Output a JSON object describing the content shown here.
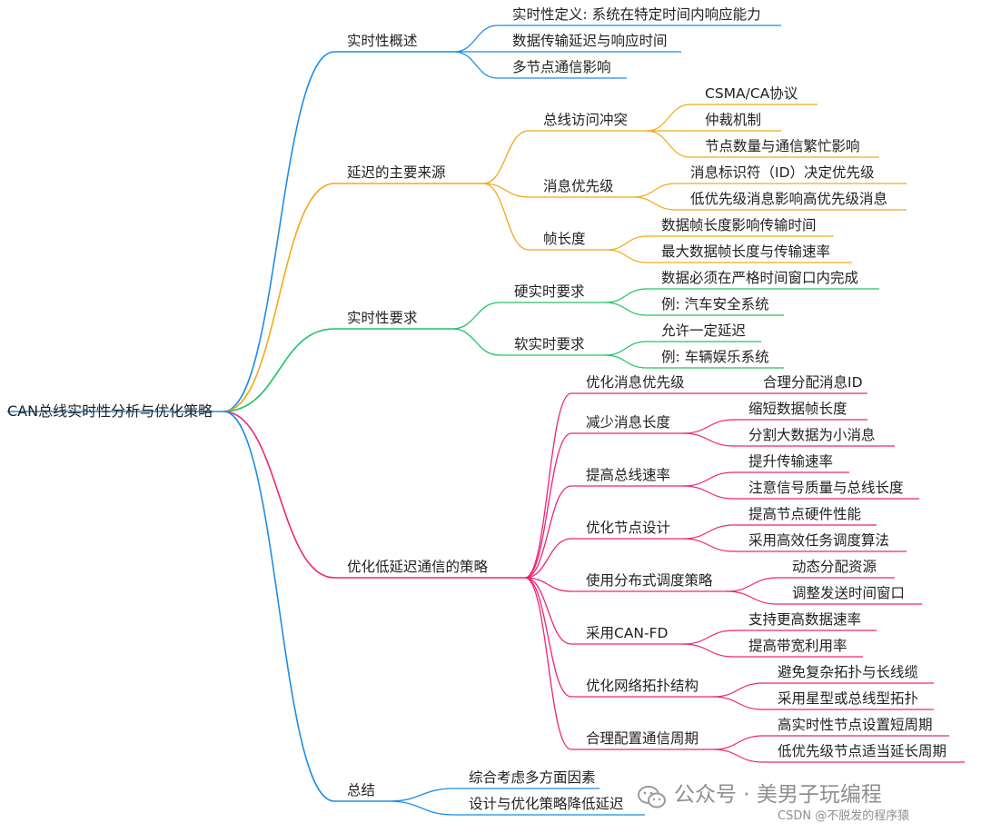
{
  "root": {
    "label": "CAN总线实时性分析与优化策略"
  },
  "colors": {
    "blue": "#1d8ce8",
    "orange": "#f2a916",
    "green": "#20c265",
    "pink": "#ee2476"
  },
  "branches": [
    {
      "id": "b1",
      "color": "blue",
      "label": "实时性概述",
      "children": [
        {
          "id": "b1c1",
          "label": "实时性定义: 系统在特定时间内响应能力",
          "children": []
        },
        {
          "id": "b1c2",
          "label": "数据传输延迟与响应时间",
          "children": []
        },
        {
          "id": "b1c3",
          "label": "多节点通信影响",
          "children": []
        }
      ]
    },
    {
      "id": "b2",
      "color": "orange",
      "label": "延迟的主要来源",
      "children": [
        {
          "id": "b2c1",
          "label": "总线访问冲突",
          "children": [
            {
              "id": "b2c1l1",
              "label": "CSMA/CA协议"
            },
            {
              "id": "b2c1l2",
              "label": "仲裁机制"
            },
            {
              "id": "b2c1l3",
              "label": "节点数量与通信繁忙影响"
            }
          ]
        },
        {
          "id": "b2c2",
          "label": "消息优先级",
          "children": [
            {
              "id": "b2c2l1",
              "label": "消息标识符（ID）决定优先级"
            },
            {
              "id": "b2c2l2",
              "label": "低优先级消息影响高优先级消息"
            }
          ]
        },
        {
          "id": "b2c3",
          "label": "帧长度",
          "children": [
            {
              "id": "b2c3l1",
              "label": "数据帧长度影响传输时间"
            },
            {
              "id": "b2c3l2",
              "label": "最大数据帧长度与传输速率"
            }
          ]
        }
      ]
    },
    {
      "id": "b3",
      "color": "green",
      "label": "实时性要求",
      "children": [
        {
          "id": "b3c1",
          "label": "硬实时要求",
          "children": [
            {
              "id": "b3c1l1",
              "label": "数据必须在严格时间窗口内完成"
            },
            {
              "id": "b3c1l2",
              "label": "例: 汽车安全系统"
            }
          ]
        },
        {
          "id": "b3c2",
          "label": "软实时要求",
          "children": [
            {
              "id": "b3c2l1",
              "label": "允许一定延迟"
            },
            {
              "id": "b3c2l2",
              "label": "例: 车辆娱乐系统"
            }
          ]
        }
      ]
    },
    {
      "id": "b4",
      "color": "pink",
      "label": "优化低延迟通信的策略",
      "children": [
        {
          "id": "b4c1",
          "label": "优化消息优先级",
          "children": [
            {
              "id": "b4c1l1",
              "label": "合理分配消息ID"
            }
          ]
        },
        {
          "id": "b4c2",
          "label": "减少消息长度",
          "children": [
            {
              "id": "b4c2l1",
              "label": "缩短数据帧长度"
            },
            {
              "id": "b4c2l2",
              "label": "分割大数据为小消息"
            }
          ]
        },
        {
          "id": "b4c3",
          "label": "提高总线速率",
          "children": [
            {
              "id": "b4c3l1",
              "label": "提升传输速率"
            },
            {
              "id": "b4c3l2",
              "label": "注意信号质量与总线长度"
            }
          ]
        },
        {
          "id": "b4c4",
          "label": "优化节点设计",
          "children": [
            {
              "id": "b4c4l1",
              "label": "提高节点硬件性能"
            },
            {
              "id": "b4c4l2",
              "label": "采用高效任务调度算法"
            }
          ]
        },
        {
          "id": "b4c5",
          "label": "使用分布式调度策略",
          "children": [
            {
              "id": "b4c5l1",
              "label": "动态分配资源"
            },
            {
              "id": "b4c5l2",
              "label": "调整发送时间窗口"
            }
          ]
        },
        {
          "id": "b4c6",
          "label": "采用CAN-FD",
          "children": [
            {
              "id": "b4c6l1",
              "label": "支持更高数据速率"
            },
            {
              "id": "b4c6l2",
              "label": "提高带宽利用率"
            }
          ]
        },
        {
          "id": "b4c7",
          "label": "优化网络拓扑结构",
          "children": [
            {
              "id": "b4c7l1",
              "label": "避免复杂拓扑与长线缆"
            },
            {
              "id": "b4c7l2",
              "label": "采用星型或总线型拓扑"
            }
          ]
        },
        {
          "id": "b4c8",
          "label": "合理配置通信周期",
          "children": [
            {
              "id": "b4c8l1",
              "label": "高实时性节点设置短周期"
            },
            {
              "id": "b4c8l2",
              "label": "低优先级节点适当延长周期"
            }
          ]
        }
      ]
    },
    {
      "id": "b5",
      "color": "blue",
      "label": "总结",
      "children": [
        {
          "id": "b5c1",
          "label": "综合考虑多方面因素",
          "children": []
        },
        {
          "id": "b5c2",
          "label": "设计与优化策略降低延迟",
          "children": []
        }
      ]
    }
  ],
  "watermark": {
    "wechat_icon": "wechat-icon",
    "wechat_text": "公众号 · 美男子玩编程",
    "csdn_text": "CSDN @不脱发的程序猿"
  }
}
